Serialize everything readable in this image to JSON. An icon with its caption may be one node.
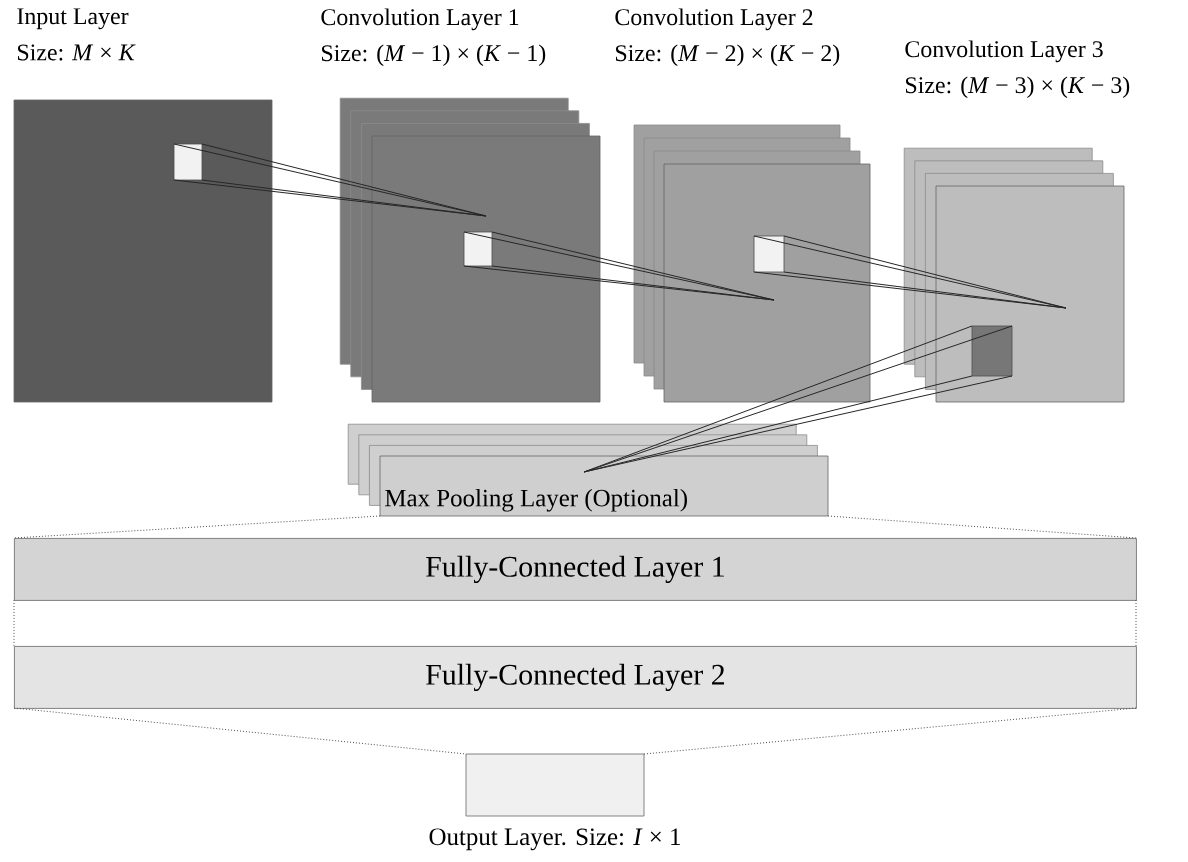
{
  "diagram": {
    "nodes": [
      {
        "text": [
          "Input Layer",
          "Size: *M* × *K*"
        ]
      },
      {
        "text": [
          "Convolution Layer 1",
          "Size: (*M* − 1) × (*K* − 1)"
        ]
      },
      {
        "text": [
          "Convolution Layer 2",
          "Size: (*M* − 2) × (*K* − 2)"
        ]
      },
      {
        "text": [
          "Convolution Layer 3",
          "Size: (*M* − 3) × (*K* − 3)"
        ]
      },
      {
        "text": [
          "Max Pooling Layer (Optional)"
        ]
      },
      {
        "text": [
          "Fully-Connected Layer 1"
        ]
      },
      {
        "text": [
          "Fully-Connected Layer 2"
        ]
      },
      {
        "text": [
          "Output Layer.  Size: *I* × 1"
        ]
      }
    ]
  }
}
